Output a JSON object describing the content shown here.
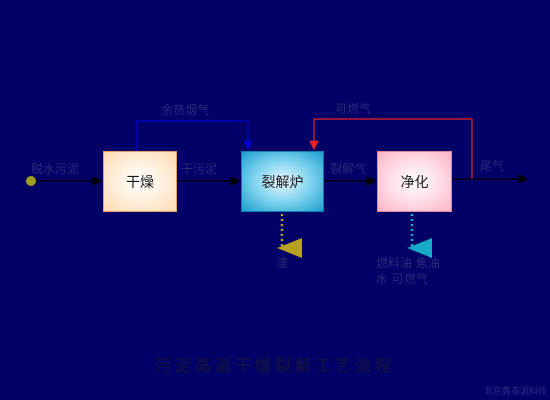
{
  "diagram": {
    "title": "污泥高温干馏裂解工艺流程",
    "credit": "北京鑫泰源科技",
    "nodes": {
      "dry": "干燥",
      "pyro": "裂解炉",
      "clean": "净化"
    },
    "edge_labels": {
      "input": "脱水污泥",
      "dried": "干污泥",
      "recycle_gas": "余热烟气",
      "fuel_gas": "可燃气",
      "pyro_gas": "裂解气",
      "exhaust": "尾气",
      "residue": "渣",
      "products_line1": "燃料油  焦油",
      "products_line2": "水  可燃气"
    },
    "colors": {
      "background": "#000066",
      "main_line": "#000000",
      "recycle_line": "#0000cc",
      "fuel_line": "#ee2222",
      "residue_arrow": "#b8a020",
      "products_arrow": "#1aa8c8",
      "input_dot": "#a0a020"
    }
  }
}
